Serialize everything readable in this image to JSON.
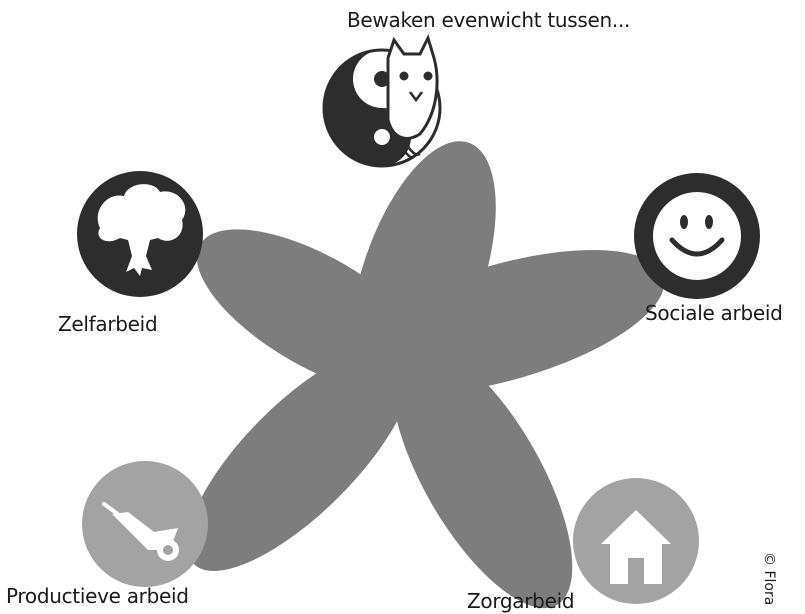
{
  "diagram": {
    "top_label": "Bewaken evenwicht tussen...",
    "nodes": {
      "zelfarbeid": "Zelfarbeid",
      "sociale": "Sociale arbeid",
      "productieve": "Productieve arbeid",
      "zorg": "Zorgarbeid"
    },
    "credit": "© Flora"
  },
  "colors": {
    "petal": "#7d7d7d",
    "dark_circle": "#2d2d2d",
    "light_circle": "#a3a3a3",
    "icon_on_dark": "#ffffff",
    "icon_on_light": "#ffffff"
  },
  "icons": {
    "balance": "yin-yang-owl-icon",
    "self": "tree-icon",
    "social": "smiley-icon",
    "productive": "wheelbarrow-icon",
    "care": "house-icon"
  }
}
